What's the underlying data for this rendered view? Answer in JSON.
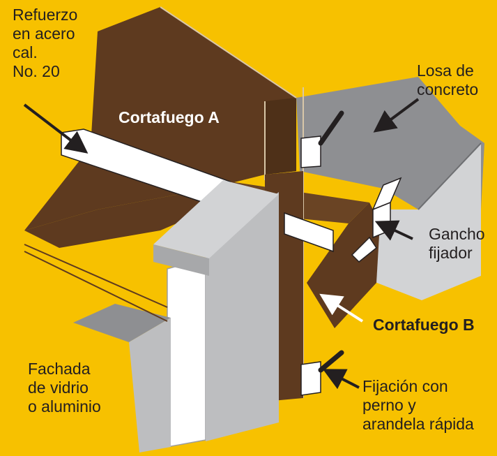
{
  "labels": {
    "refuerzo": [
      "Refuerzo",
      "en acero",
      "cal.",
      "No. 20"
    ],
    "losa": [
      "Losa de",
      "concreto"
    ],
    "cortafuego_a": "Cortafuego A",
    "gancho": [
      "Gancho",
      "fijador"
    ],
    "cortafuego_b": "Cortafuego B",
    "fachada": [
      "Fachada",
      "de vidrio",
      "o aluminio"
    ],
    "fijacion": [
      "Fijación con",
      "perno y",
      "arandela rápida"
    ]
  },
  "colors": {
    "background": "#f7c100",
    "firestop_brown": "#5e3a1f",
    "firestop_edge": "#d9c7a8",
    "slab_gray": "#8e8f92",
    "slab_gray_light": "#d2d3d5",
    "facade_gray": "#bdbec0",
    "steel_white": "#ffffff",
    "text": "#231f20"
  }
}
